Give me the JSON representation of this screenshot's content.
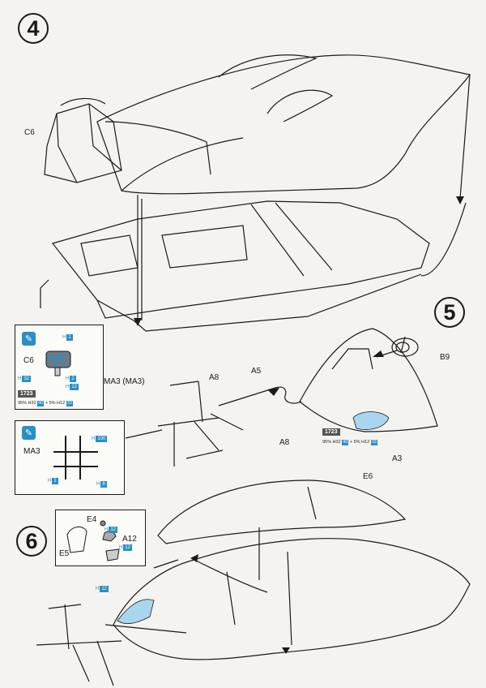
{
  "steps": {
    "s4": "4",
    "s5": "5",
    "s6": "6"
  },
  "parts": {
    "c6": "C6",
    "a8": "A8",
    "a5": "A5",
    "ma3_pair": "MA3 (MA3)",
    "b9": "B9",
    "a8b": "A8",
    "a3": "A3",
    "e6": "E6",
    "e4": "E4",
    "a12": "A12",
    "e5": "E5"
  },
  "inset_cockpit": {
    "part": "C6",
    "paints": [
      {
        "h": "H",
        "n": "1"
      },
      {
        "h": "H",
        "n": "32"
      },
      {
        "h": "H",
        "n": "2"
      },
      {
        "h": "H",
        "n": "12"
      }
    ],
    "code": "1723",
    "mix": {
      "p1": "95%",
      "c1": "32",
      "n1": "40",
      "p2": "+ 5%",
      "c2": "12",
      "n2": "33"
    }
  },
  "inset_ma3": {
    "part": "MA3",
    "paints": [
      {
        "h": "H",
        "n": "100"
      },
      {
        "h": "H",
        "n": "1"
      },
      {
        "h": "H",
        "n": "8"
      }
    ]
  },
  "step5_paint": {
    "code": "1723",
    "mix": {
      "p1": "95%",
      "c1": "32",
      "n1": "40",
      "p2": "+ 5%",
      "c2": "12",
      "n2": "33"
    }
  },
  "inset_e": {
    "paints": [
      {
        "h": "H",
        "n": "12"
      },
      {
        "h": "H",
        "n": "12"
      },
      {
        "h": "H",
        "n": "12"
      }
    ]
  },
  "colors": {
    "accent": "#2a8fc4",
    "glass": "#a9d6ef",
    "line": "#1a1a1a"
  }
}
